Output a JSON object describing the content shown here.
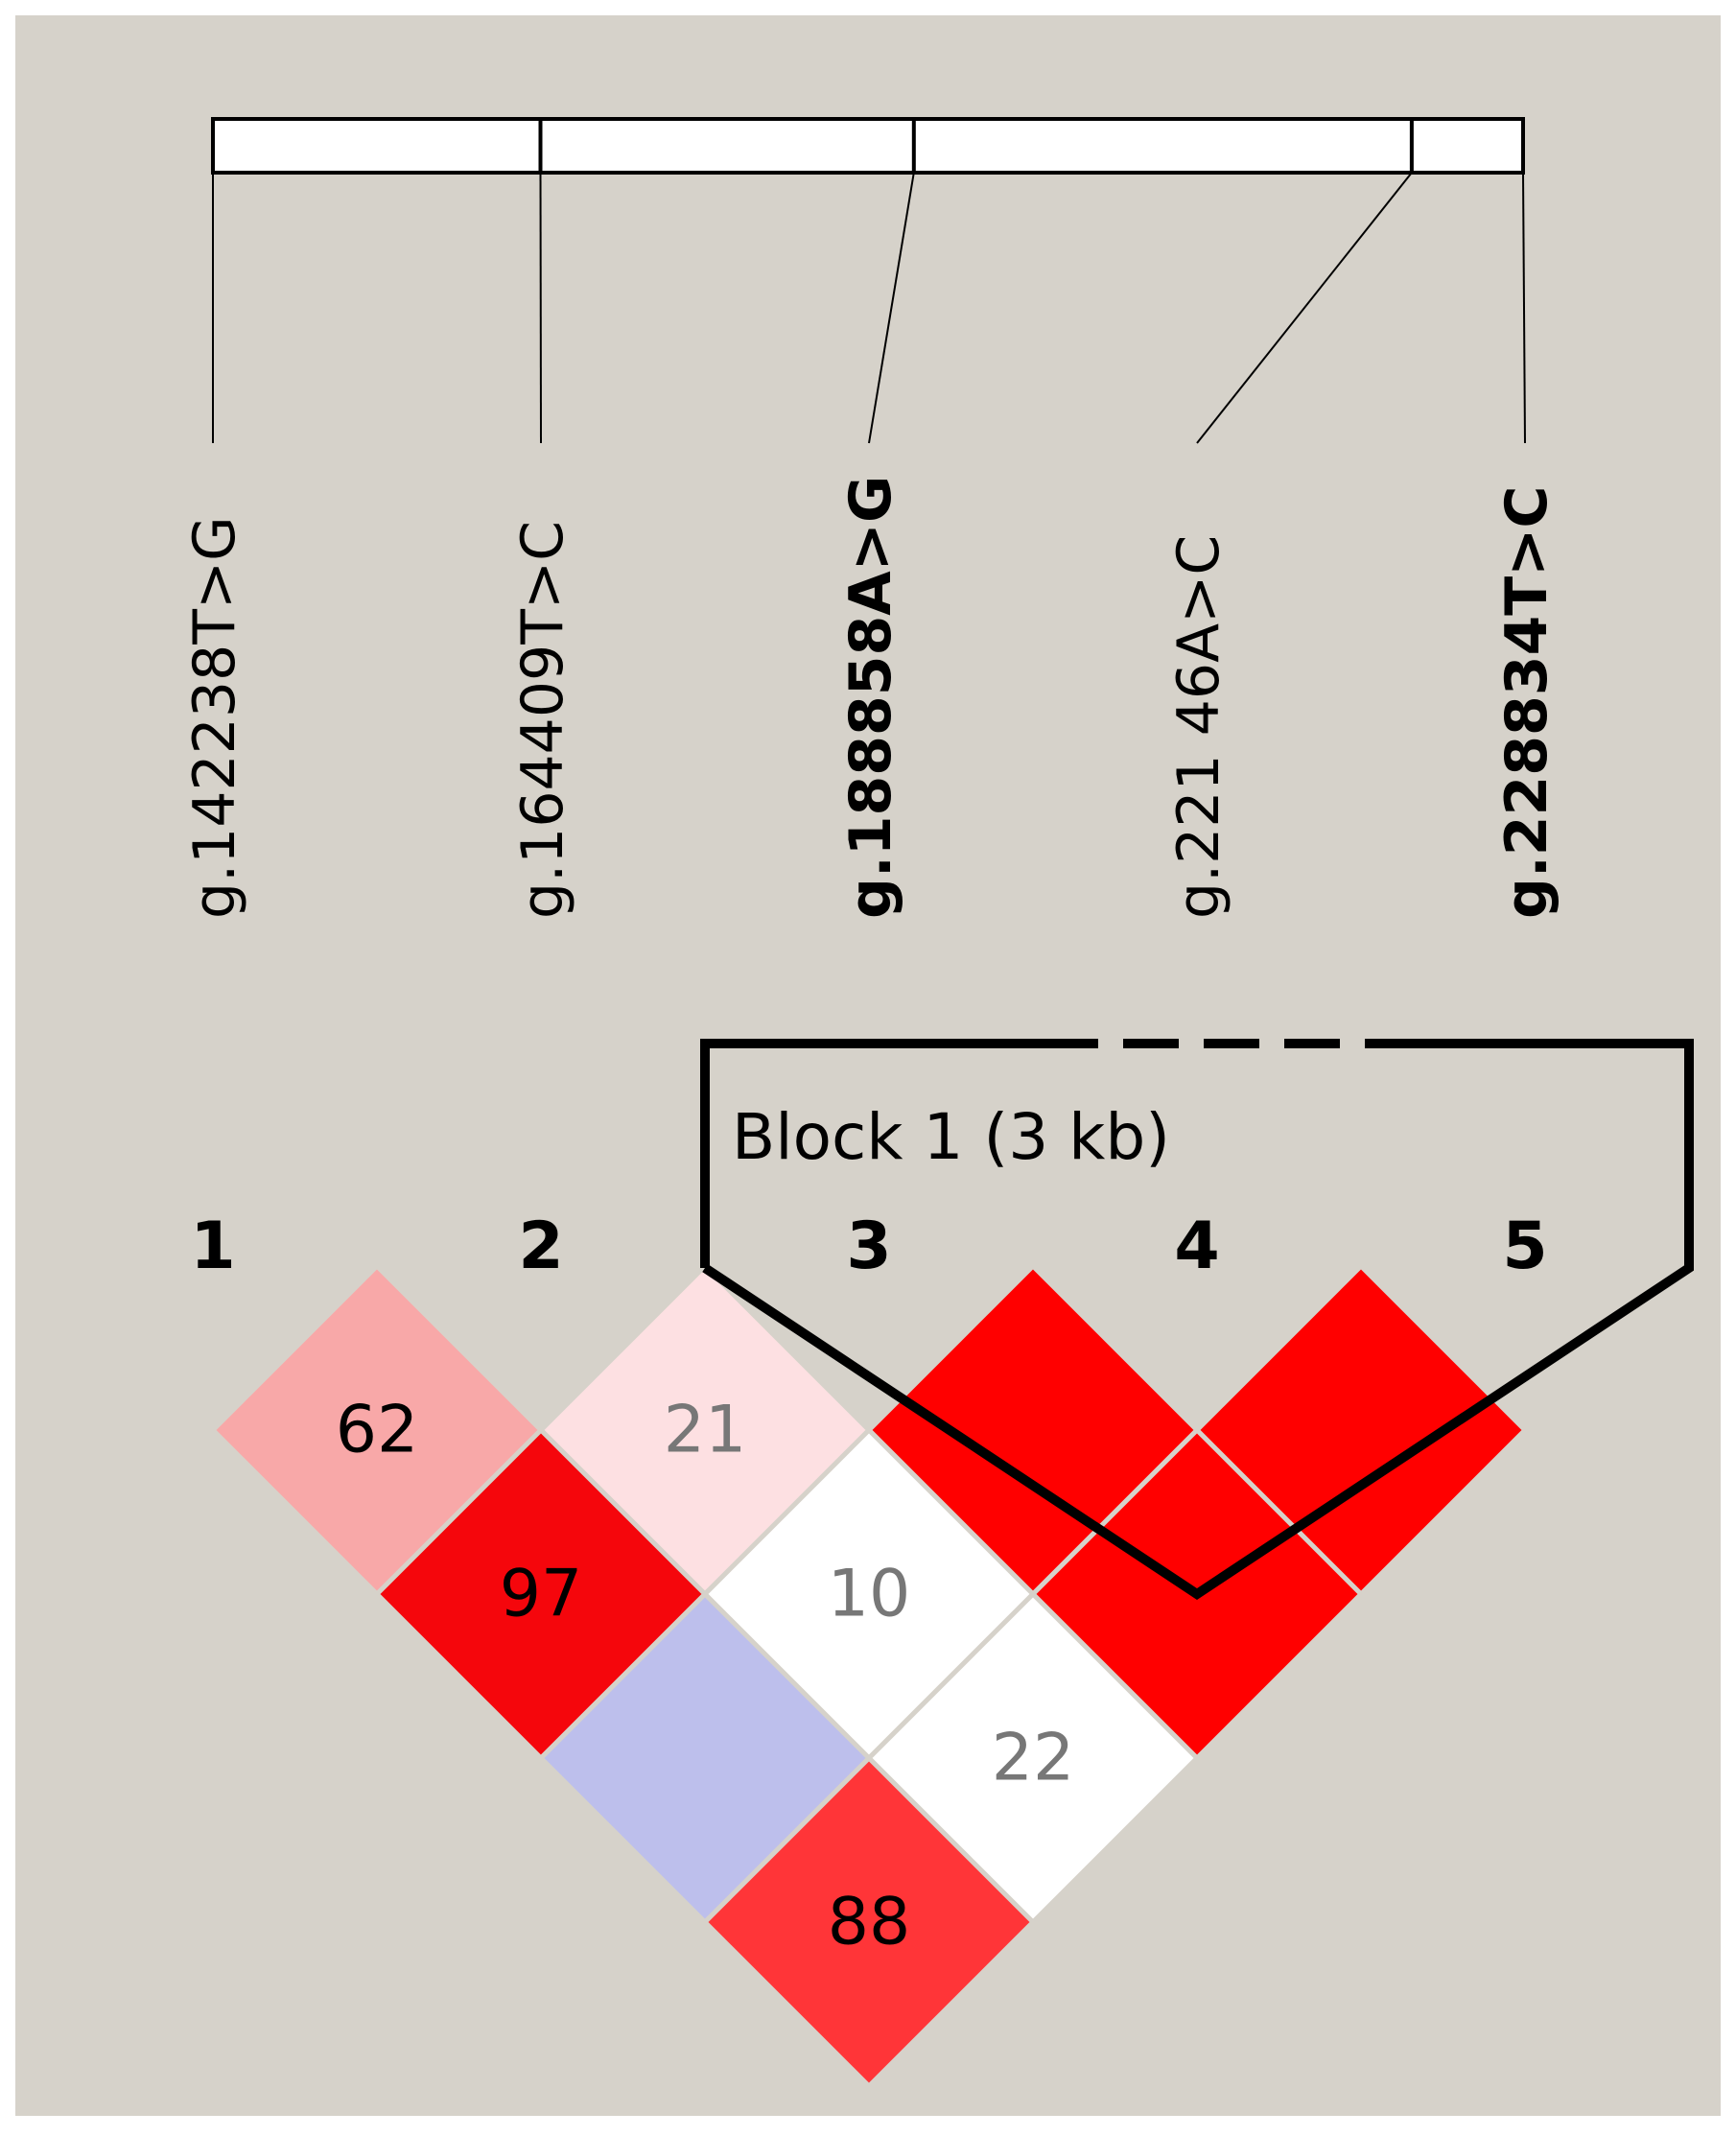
{
  "colors": {
    "background": "#d6d2ca",
    "border": "#ffffff",
    "track_fill": "#ffffff",
    "line": "#000000",
    "cell_gap": "#d6d2ca",
    "text_dark": "#000000",
    "text_light": "#777777"
  },
  "markers": [
    {
      "index": "1",
      "name": "g.142238T>G",
      "bold": false
    },
    {
      "index": "2",
      "name": "g.164409T>C",
      "bold": false
    },
    {
      "index": "3",
      "name": "g.188858A>G",
      "bold": true
    },
    {
      "index": "4",
      "name": "g.221 46A>C",
      "bold": false
    },
    {
      "index": "5",
      "name": "g.228834T>C",
      "bold": true
    }
  ],
  "track_relative_positions": [
    0.0,
    0.25,
    0.535,
    0.915,
    1.0
  ],
  "block": {
    "label": "Block 1 (3 kb)",
    "from_marker": 3,
    "to_marker": 5
  },
  "ld_cells": [
    {
      "i": 1,
      "j": 2,
      "value": "62",
      "fill": "#f8a8a8",
      "text_color": "#000000"
    },
    {
      "i": 2,
      "j": 3,
      "value": "21",
      "fill": "#fde0e2",
      "text_color": "#777777"
    },
    {
      "i": 3,
      "j": 4,
      "value": "",
      "fill": "#ff0000",
      "text_color": "#000000"
    },
    {
      "i": 4,
      "j": 5,
      "value": "",
      "fill": "#ff0000",
      "text_color": "#000000"
    },
    {
      "i": 1,
      "j": 3,
      "value": "97",
      "fill": "#f5060c",
      "text_color": "#000000"
    },
    {
      "i": 2,
      "j": 4,
      "value": "10",
      "fill": "#ffffff",
      "text_color": "#777777"
    },
    {
      "i": 3,
      "j": 5,
      "value": "",
      "fill": "#ff0000",
      "text_color": "#000000"
    },
    {
      "i": 1,
      "j": 4,
      "value": "",
      "fill": "#bdbfec",
      "text_color": "#000000"
    },
    {
      "i": 2,
      "j": 5,
      "value": "22",
      "fill": "#ffffff",
      "text_color": "#777777"
    },
    {
      "i": 1,
      "j": 5,
      "value": "88",
      "fill": "#ff3538",
      "text_color": "#000000"
    }
  ]
}
